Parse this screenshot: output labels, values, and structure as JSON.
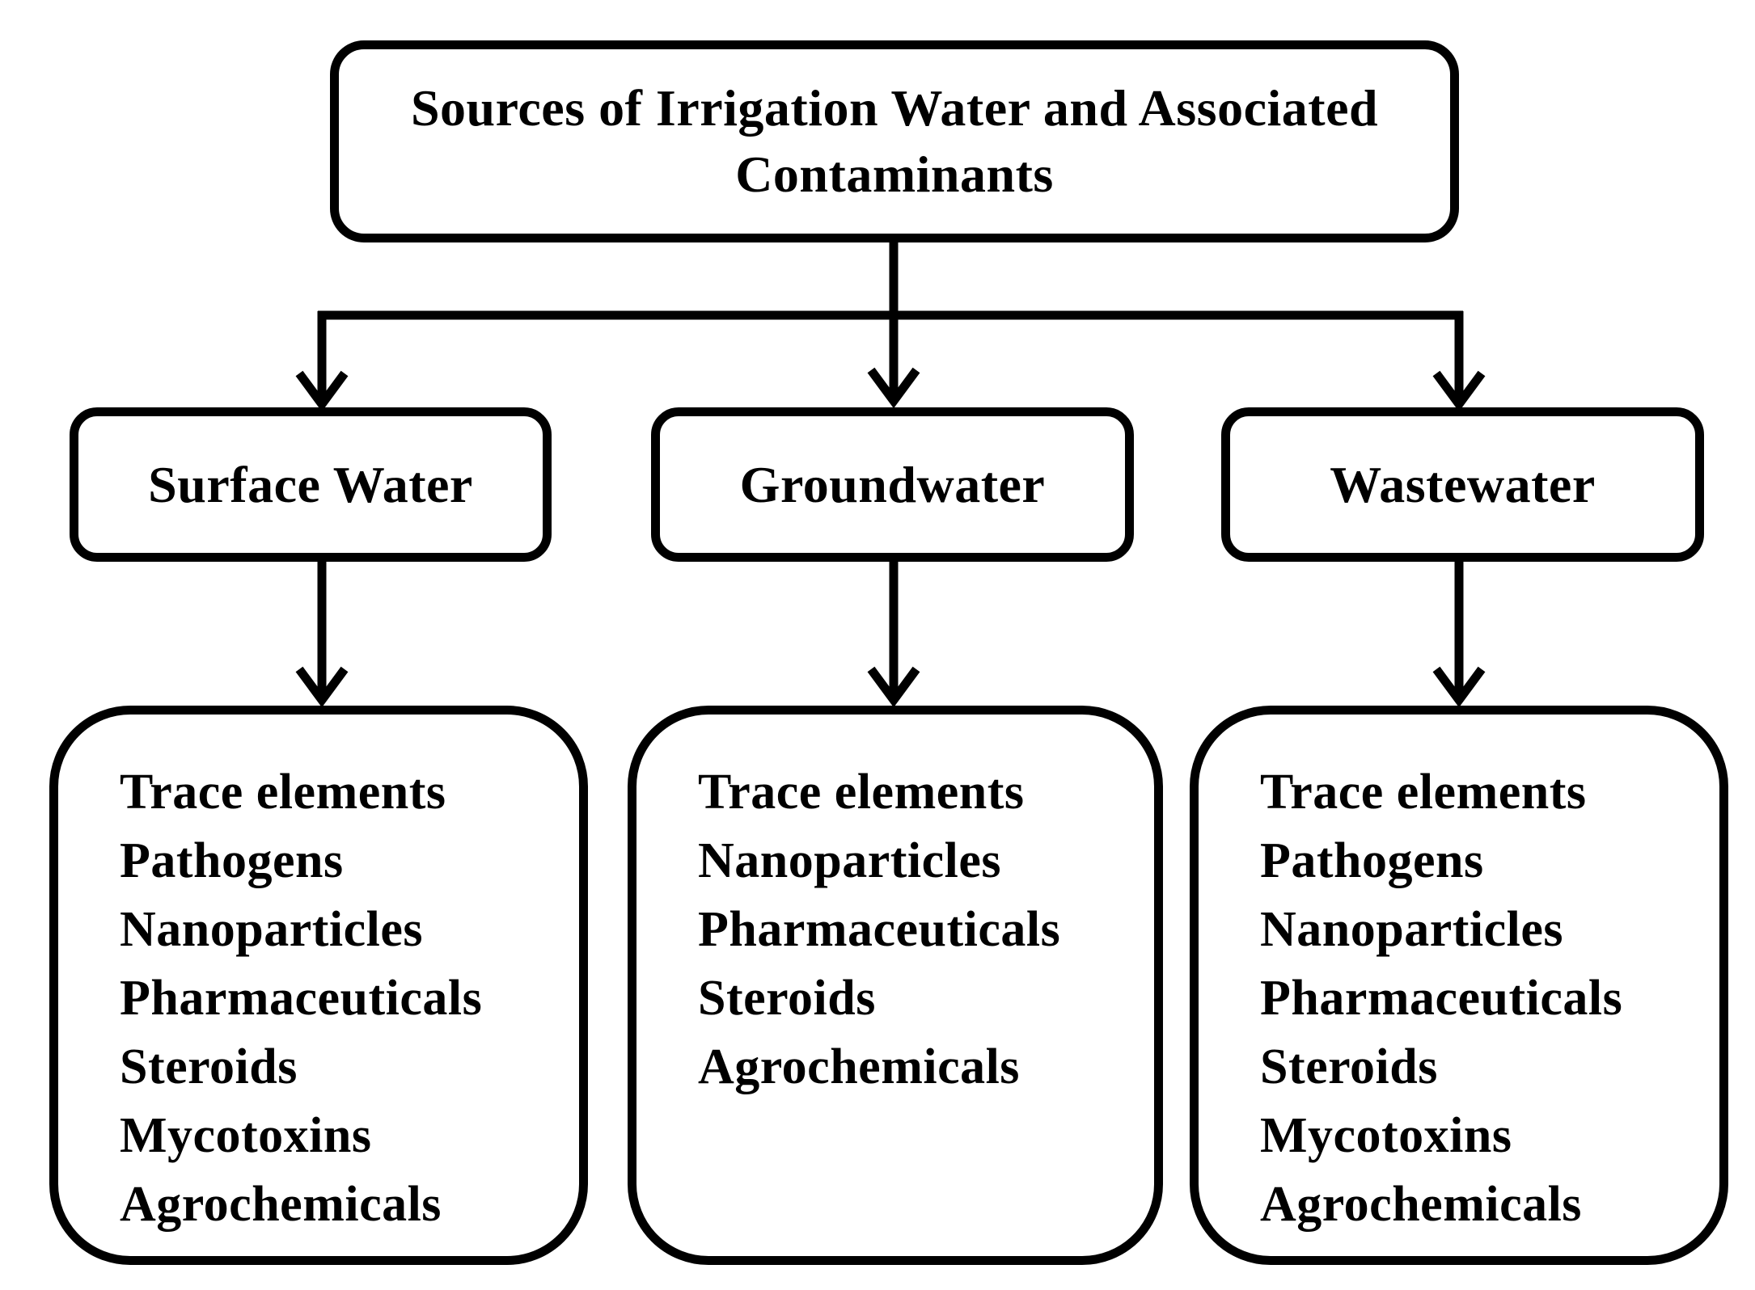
{
  "title": "Sources of Irrigation Water and Associated Contaminants",
  "sources": [
    {
      "label": "Surface Water",
      "contaminants": [
        "Trace elements",
        "Pathogens",
        "Nanoparticles",
        "Pharmaceuticals",
        "Steroids",
        "Mycotoxins",
        "Agrochemicals"
      ]
    },
    {
      "label": "Groundwater",
      "contaminants": [
        "Trace elements",
        "Nanoparticles",
        "Pharmaceuticals",
        "Steroids",
        "Agrochemicals"
      ]
    },
    {
      "label": "Wastewater",
      "contaminants": [
        "Trace elements",
        "Pathogens",
        "Nanoparticles",
        "Pharmaceuticals",
        "Steroids",
        "Mycotoxins",
        "Agrochemicals"
      ]
    }
  ]
}
